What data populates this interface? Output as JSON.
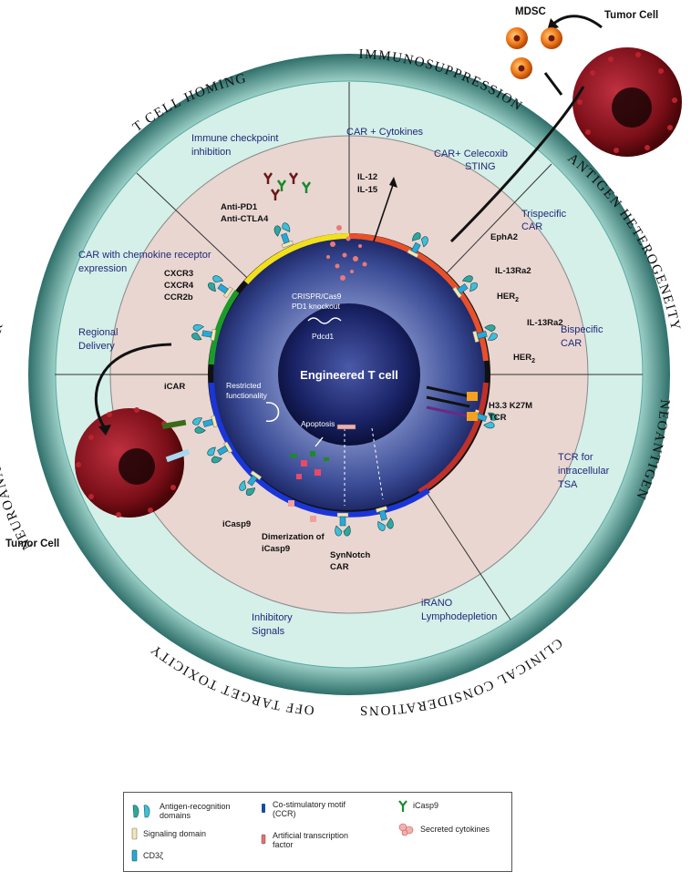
{
  "center": {
    "title": "Engineered T cell",
    "gene": "Pdcd1",
    "crispr_line1": "CRISPR/Cas9",
    "crispr_line2": "PD1 knockout",
    "restricted_line1": "Restricted",
    "restricted_line2": "functionality",
    "apoptosis": "Apoptosis"
  },
  "outer_labels": {
    "immunosuppression": "IMMUNOSUPPRESSION",
    "antigen_heterogeneity": "ANTIGEN HETEROGENEITY",
    "neoantigen": "NEOANTIGEN",
    "clinical_considerations": "CLINICAL CONSIDERATIONS",
    "off_target_toxicity": "OFF TARGET TOXICITY",
    "neuroanatomical_barrier": "NEUROANATOMICAL BARRIER",
    "t_cell_homing": "T CELL HOMING"
  },
  "strategies": {
    "immune_checkpoint_1": "Immune checkpoint",
    "immune_checkpoint_2": "inhibition",
    "car_cytokines": "CAR + Cytokines",
    "car_celecoxib_1": "CAR+ Celecoxib",
    "car_celecoxib_2": "STING",
    "trispecific_1": "Trispecific",
    "trispecific_2": "CAR",
    "bispecific_1": "Bispecific",
    "bispecific_2": "CAR",
    "tcr_tsa_1": "TCR for",
    "tcr_tsa_2": "intracellular",
    "tcr_tsa_3": "TSA",
    "irano_1": "iRANO",
    "irano_2": "Lymphodepletion",
    "inhibitory_1": "Inhibitory",
    "inhibitory_2": "Signals",
    "chemokine_1": "CAR with chemokine receptor",
    "chemokine_2": "expression",
    "regional_1": "Regional",
    "regional_2": "Delivery"
  },
  "details": {
    "anti_pd1": "Anti-PD1",
    "anti_ctla4": "Anti-CTLA4",
    "il12": "IL-12",
    "il15": "IL-15",
    "epha2": "EphA2",
    "il13ra2_a": "IL-13Ra2",
    "her2_a": "HER",
    "il13ra2_b": "IL-13Ra2",
    "her2_b": "HER",
    "her_sub": "2",
    "h33_1": "H3.3 K27M",
    "h33_2": "TCR",
    "cxcr3": "CXCR3",
    "cxcr4": "CXCR4",
    "ccr2b": "CCR2b",
    "icar": "iCAR",
    "icasp9": "iCasp9",
    "dimerization_1": "Dimerization of",
    "dimerization_2": "iCasp9",
    "synnotch_1": "SynNotch",
    "synnotch_2": "CAR"
  },
  "cells": {
    "tumor_cell_top": "Tumor Cell",
    "mdsc": "MDSC",
    "tumor_cell_left": "Tumor Cell"
  },
  "legend": {
    "antigen": "Antigen-recognition domains",
    "signaling": "Signaling domain",
    "cd3": "CD3ζ",
    "costim": "Co-stimulatory motif (CCR)",
    "atf": "Artificial transcription factor",
    "icasp9": "iCasp9",
    "cytokines": "Secreted cytokines"
  },
  "colors": {
    "outer_ring": "#d8f0ec",
    "teal_band": "#8fd3c9",
    "inner_disc": "#e8d4cf",
    "cell_blue": "#2a3a80",
    "tumor_red": "#8b1620",
    "mdsc_orange": "#f07a1a",
    "title_navy": "#1f2a78"
  },
  "icons": [
    "car-receptor-icon",
    "cytokine-dots-icon",
    "antibody-icon",
    "tumor-cell-icon",
    "mdsc-cell-icon"
  ]
}
